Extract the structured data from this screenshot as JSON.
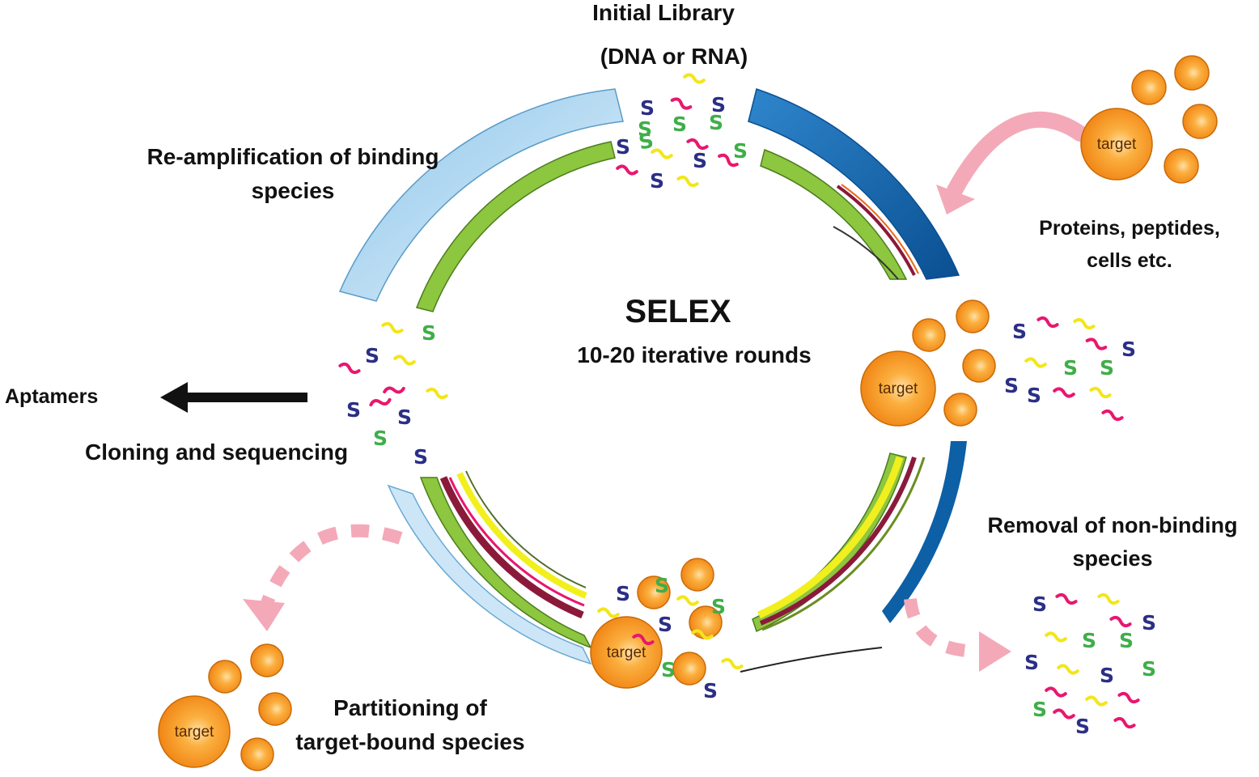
{
  "title": "SELEX",
  "subtitle": "10-20 iterative rounds",
  "library": {
    "line1": "Initial Library",
    "line2": "(DNA or RNA)"
  },
  "targets_source": {
    "line1": "Proteins, peptides,",
    "line2": "cells etc."
  },
  "reamplification": {
    "line1": "Re-amplification of binding",
    "line2": "species"
  },
  "aptamers": "Aptamers",
  "cloning": "Cloning and sequencing",
  "removal": {
    "line1": "Removal of non-binding",
    "line2": "species"
  },
  "partitioning": {
    "line1": "Partitioning of",
    "line2": "target-bound species"
  },
  "target_label": "target",
  "colors": {
    "ring_light_blue": "#a9d3ef",
    "ring_dark_blue": "#0d5fa6",
    "ring_green": "#8dc63f",
    "ring_yellow": "#f2ef1f",
    "ring_maroon": "#8b1a3a",
    "bead_orange": "#f7941d",
    "arrow_pink": "#f4a9b8",
    "strand_pink": "#e8176e",
    "strand_yellow": "#f2e61a",
    "strand_green": "#3fae49",
    "strand_navy": "#2b2f86"
  }
}
